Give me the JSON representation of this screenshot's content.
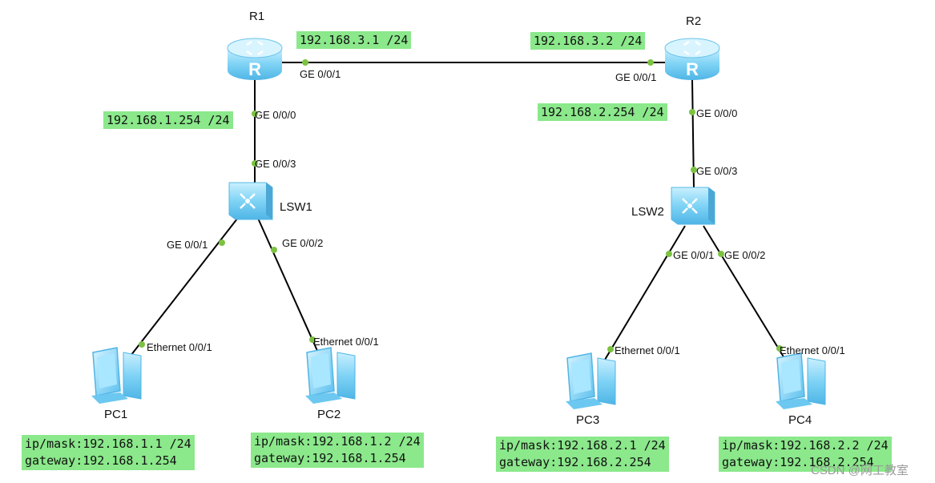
{
  "devices": {
    "r1": "R1",
    "r2": "R2",
    "lsw1": "LSW1",
    "lsw2": "LSW2",
    "pc1": "PC1",
    "pc2": "PC2",
    "pc3": "PC3",
    "pc4": "PC4"
  },
  "ports": {
    "r1_g001": "GE 0/0/1",
    "r1_g000": "GE 0/0/0",
    "lsw1_g003": "GE 0/0/3",
    "lsw1_g001": "GE 0/0/1",
    "lsw1_g002": "GE 0/0/2",
    "pc1_eth": "Ethernet 0/0/1",
    "pc2_eth": "Ethernet 0/0/1",
    "r2_g001": "GE 0/0/1",
    "r2_g000": "GE 0/0/0",
    "lsw2_g003": "GE 0/0/3",
    "lsw2_g001": "GE 0/0/1",
    "lsw2_g002": "GE 0/0/2",
    "pc3_eth": "Ethernet 0/0/1",
    "pc4_eth": "Ethernet 0/0/1"
  },
  "addresses": {
    "r1_g001": "192.168.3.1 /24",
    "r2_g001": "192.168.3.2 /24",
    "r1_g000": "192.168.1.254 /24",
    "r2_g000": "192.168.2.254 /24"
  },
  "pcs": {
    "pc1": {
      "ipmask": "ip/mask:192.168.1.1 /24",
      "gateway": "gateway:192.168.1.254"
    },
    "pc2": {
      "ipmask": "ip/mask:192.168.1.2 /24",
      "gateway": "gateway:192.168.1.254"
    },
    "pc3": {
      "ipmask": "ip/mask:192.168.2.1 /24",
      "gateway": "gateway:192.168.2.254"
    },
    "pc4": {
      "ipmask": "ip/mask:192.168.2.2 /24",
      "gateway": "gateway:192.168.2.254"
    }
  },
  "watermark": "CSDN @网工教室",
  "colors": {
    "highlight": "#8be88b",
    "link": "#000000",
    "port_dot": "#7cc242",
    "device_blue": "#7fd3f5"
  }
}
